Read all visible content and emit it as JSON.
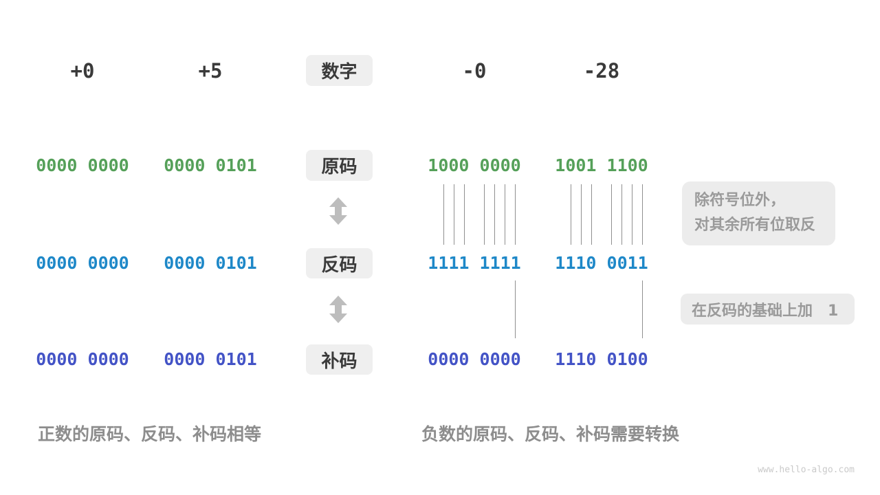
{
  "header": {
    "values": [
      "+0",
      "+5",
      "-0",
      "-28"
    ],
    "label": "数字"
  },
  "rows": [
    {
      "label": "原码",
      "color": "#55a059",
      "values": [
        "0000 0000",
        "0000 0101",
        "1000 0000",
        "1001 1100"
      ]
    },
    {
      "label": "反码",
      "color": "#1e88c8",
      "values": [
        "0000 0000",
        "0000 0101",
        "1111 1111",
        "1110 0011"
      ]
    },
    {
      "label": "补码",
      "color": "#4353c6",
      "values": [
        "0000 0000",
        "0000 0101",
        "0000 0000",
        "1110 0100"
      ]
    }
  ],
  "notes": {
    "flip_line1": "除符号位外，",
    "flip_line2": "对其余所有位取反",
    "add_one": "在反码的基础上加　1"
  },
  "captions": {
    "positive": "正数的原码、反码、补码相等",
    "negative": "负数的原码、反码、补码需要转换"
  },
  "watermark": "www.hello-algo.com",
  "colors": {
    "sign_magnitude_green": "#55a059",
    "ones_complement_blue": "#1e88c8",
    "twos_complement_indigo": "#4353c6",
    "note_box_bg": "#ececec",
    "note_text_gray": "#9a9a9a",
    "caption_gray": "#8d8d8d",
    "header_dark": "#3a3a3a"
  }
}
